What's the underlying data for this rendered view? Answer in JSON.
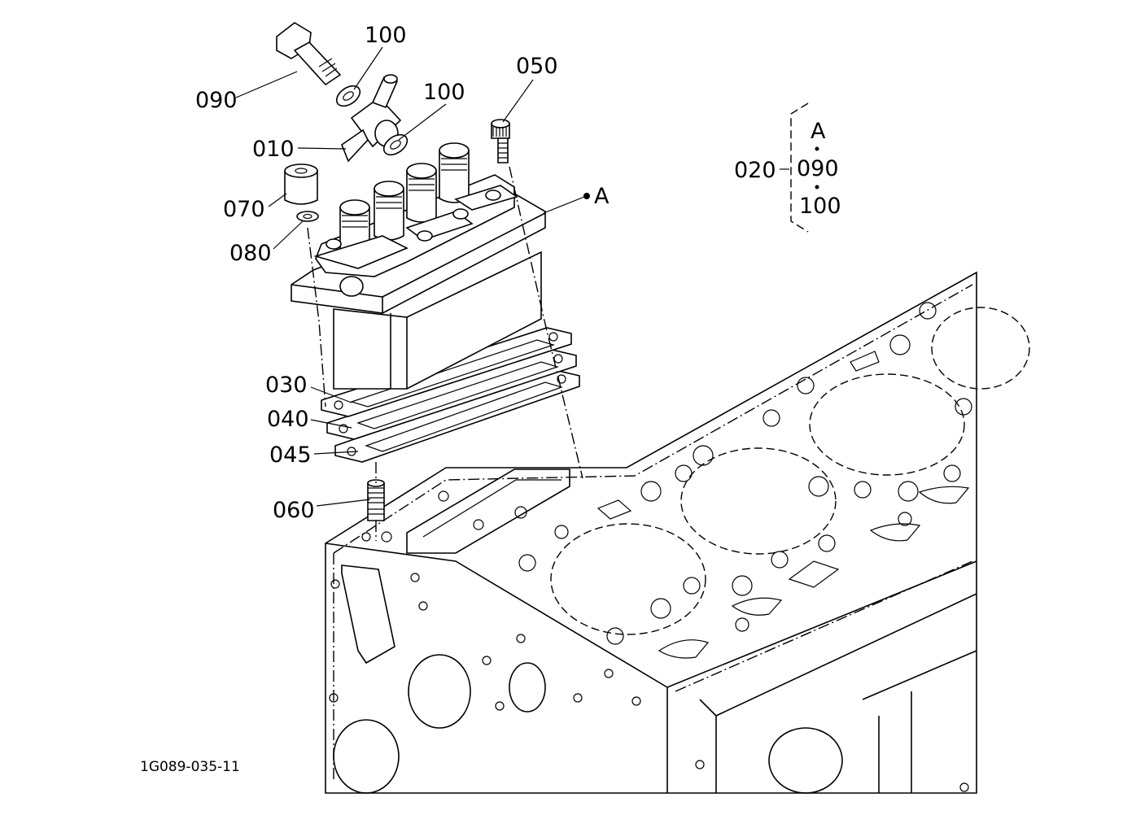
{
  "diagram": {
    "reference_code": "1G089-035-11",
    "callouts": {
      "p090": "090",
      "p100a": "100",
      "p100b": "100",
      "p050": "050",
      "p010": "010",
      "p070": "070",
      "p080": "080",
      "pA": "A",
      "p030": "030",
      "p040": "040",
      "p045": "045",
      "p060": "060"
    },
    "kit": {
      "number": "020",
      "items": [
        "A",
        "090",
        "100"
      ]
    }
  }
}
